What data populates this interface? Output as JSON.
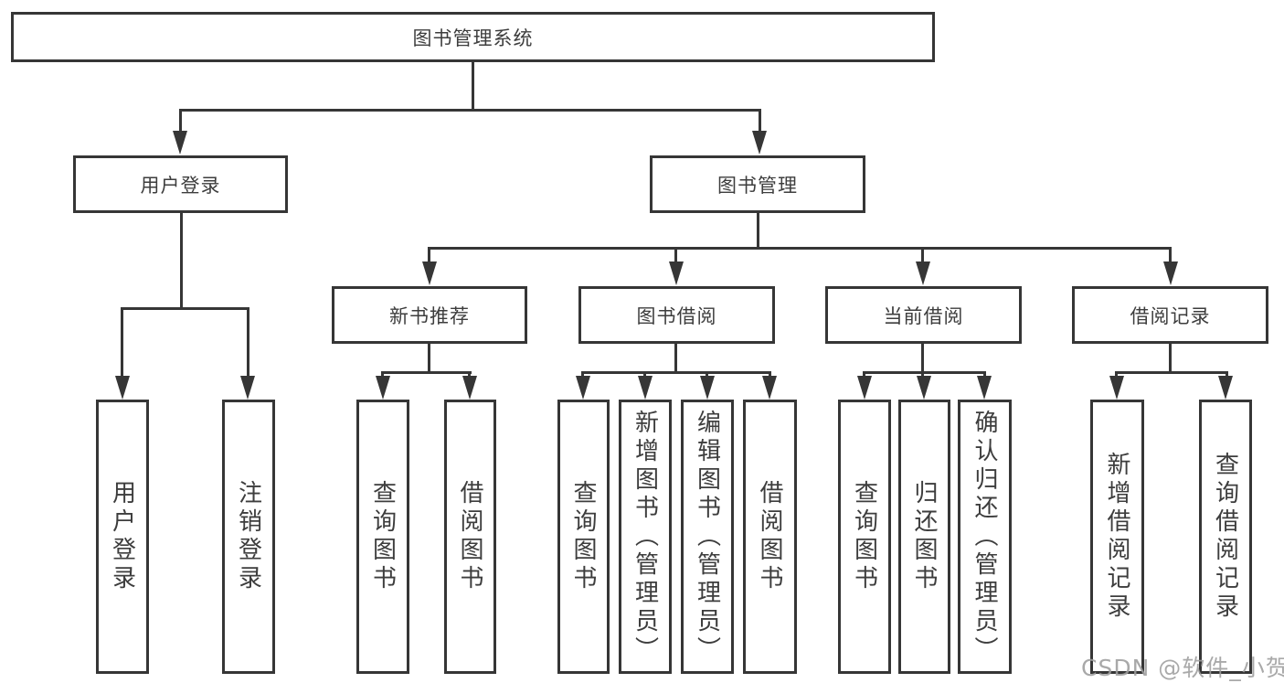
{
  "diagram": {
    "root": {
      "label": "图书管理系统"
    },
    "branches": [
      {
        "label": "用户登录",
        "children": [
          {
            "label": "用户登录"
          },
          {
            "label": "注销登录"
          }
        ]
      },
      {
        "label": "图书管理",
        "children": [
          {
            "label": "新书推荐",
            "children": [
              {
                "label": "查询图书"
              },
              {
                "label": "借阅图书"
              }
            ]
          },
          {
            "label": "图书借阅",
            "children": [
              {
                "label": "查询图书"
              },
              {
                "label": "新增图书（管理员）"
              },
              {
                "label": "编辑图书（管理员）"
              },
              {
                "label": "借阅图书"
              }
            ]
          },
          {
            "label": "当前借阅",
            "children": [
              {
                "label": "查询图书"
              },
              {
                "label": "归还图书"
              },
              {
                "label": "确认归还（管理员）"
              }
            ]
          },
          {
            "label": "借阅记录",
            "children": [
              {
                "label": "新增借阅记录"
              },
              {
                "label": "查询借阅记录"
              }
            ]
          }
        ]
      }
    ]
  },
  "watermark": {
    "text": "CSDN @软件_小贺同学"
  },
  "colors": {
    "line": "#363636",
    "text": "#3d3d3d",
    "watermark": "#9e9e9e",
    "background": "#ffffff"
  }
}
